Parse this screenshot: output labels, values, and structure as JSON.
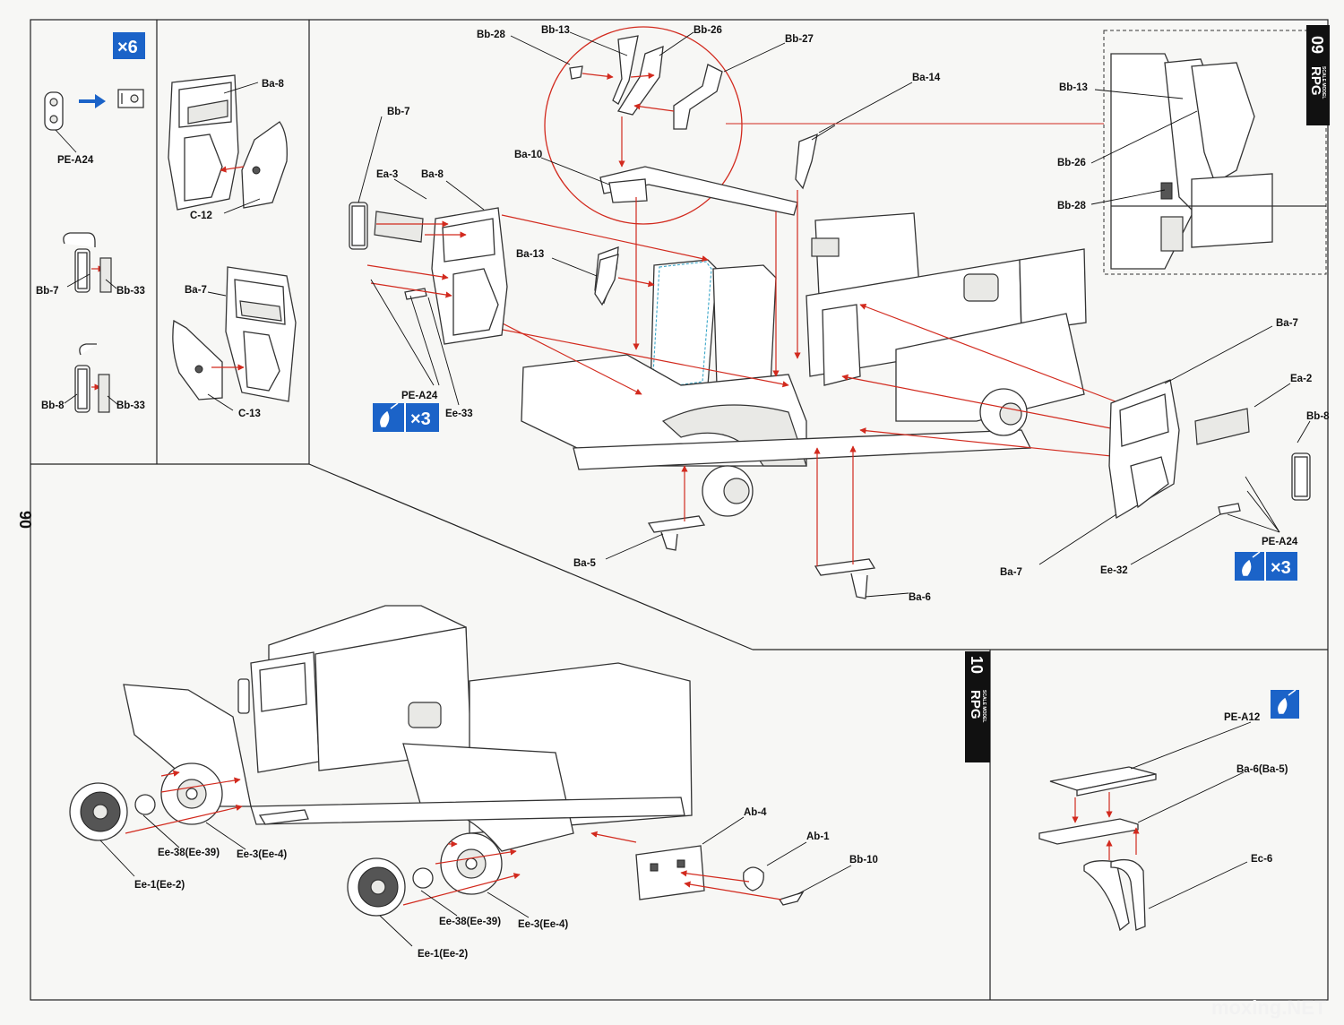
{
  "page": {
    "page_number": "90",
    "watermark": "moxing.NET",
    "brand": "RPG",
    "brand_tagline": "SCALE MODEL"
  },
  "steps": {
    "step09": "09",
    "step10": "10"
  },
  "badges": {
    "x6": "×6",
    "x3_left": "×3",
    "x3_right": "×3"
  },
  "labels": {
    "pe_a24_top": "PE-A24",
    "ba8_inset": "Ba-8",
    "c12": "C-12",
    "bb7_inset": "Bb-7",
    "bb33_a": "Bb-33",
    "ba7_inset": "Ba-7",
    "bb8_inset": "Bb-8",
    "bb33_b": "Bb-33",
    "c13": "C-13",
    "bb28_top": "Bb-28",
    "bb13_top": "Bb-13",
    "bb26_top": "Bb-26",
    "bb27": "Bb-27",
    "ba14": "Ba-14",
    "bb7_main": "Bb-7",
    "ea3": "Ea-3",
    "ba8_main": "Ba-8",
    "ba10": "Ba-10",
    "ba13": "Ba-13",
    "pe_a24_left": "PE-A24",
    "ee33": "Ee-33",
    "ba5": "Ba-5",
    "ba6": "Ba-6",
    "ba7_right_top": "Ba-7",
    "ea2": "Ea-2",
    "bb8_right": "Bb-8",
    "pe_a24_right": "PE-A24",
    "ee32": "Ee-32",
    "ba7_right_bottom": "Ba-7",
    "bb13_detail": "Bb-13",
    "bb26_detail": "Bb-26",
    "bb28_detail": "Bb-28",
    "ab4": "Ab-4",
    "ab1": "Ab-1",
    "bb10": "Bb-10",
    "ee38_a": "Ee-38(Ee-39)",
    "ee3_a": "Ee-3(Ee-4)",
    "ee1_a": "Ee-1(Ee-2)",
    "ee38_b": "Ee-38(Ee-39)",
    "ee3_b": "Ee-3(Ee-4)",
    "ee1_b": "Ee-1(Ee-2)",
    "pe_a12": "PE-A12",
    "ba6_ba5": "Ba-6(Ba-5)",
    "ec6": "Ec-6"
  }
}
